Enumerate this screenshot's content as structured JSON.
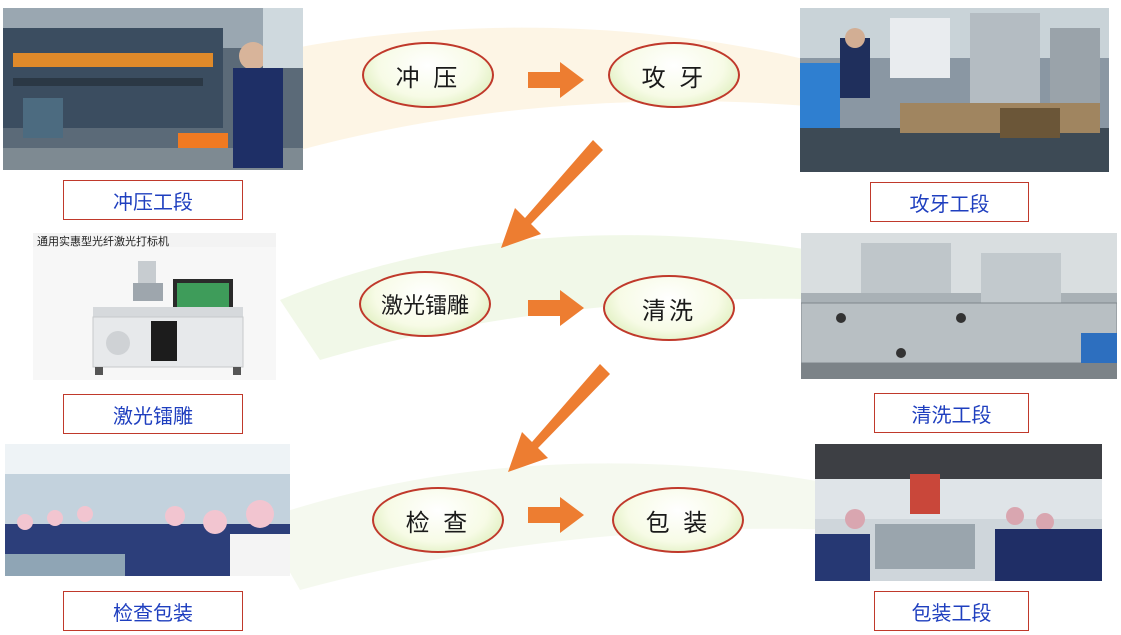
{
  "flow": {
    "step_stamping": "冲 压",
    "step_tapping": "攻 牙",
    "step_laser": "激光镭雕",
    "step_cleaning": "清洗",
    "step_inspection": "检 查",
    "step_packing": "包 装"
  },
  "captions": {
    "stamping": "冲压工段",
    "tapping": "攻牙工段",
    "laser": "激光镭雕",
    "cleaning": "清洗工段",
    "inspection": "检查包装",
    "packing": "包装工段"
  },
  "photos": {
    "laser_machine_title": "通用实惠型光纤激光打标机"
  },
  "colors": {
    "arrow": "#ed7d31",
    "oval_border": "#c0392b",
    "caption_text": "#1f3fbf"
  }
}
